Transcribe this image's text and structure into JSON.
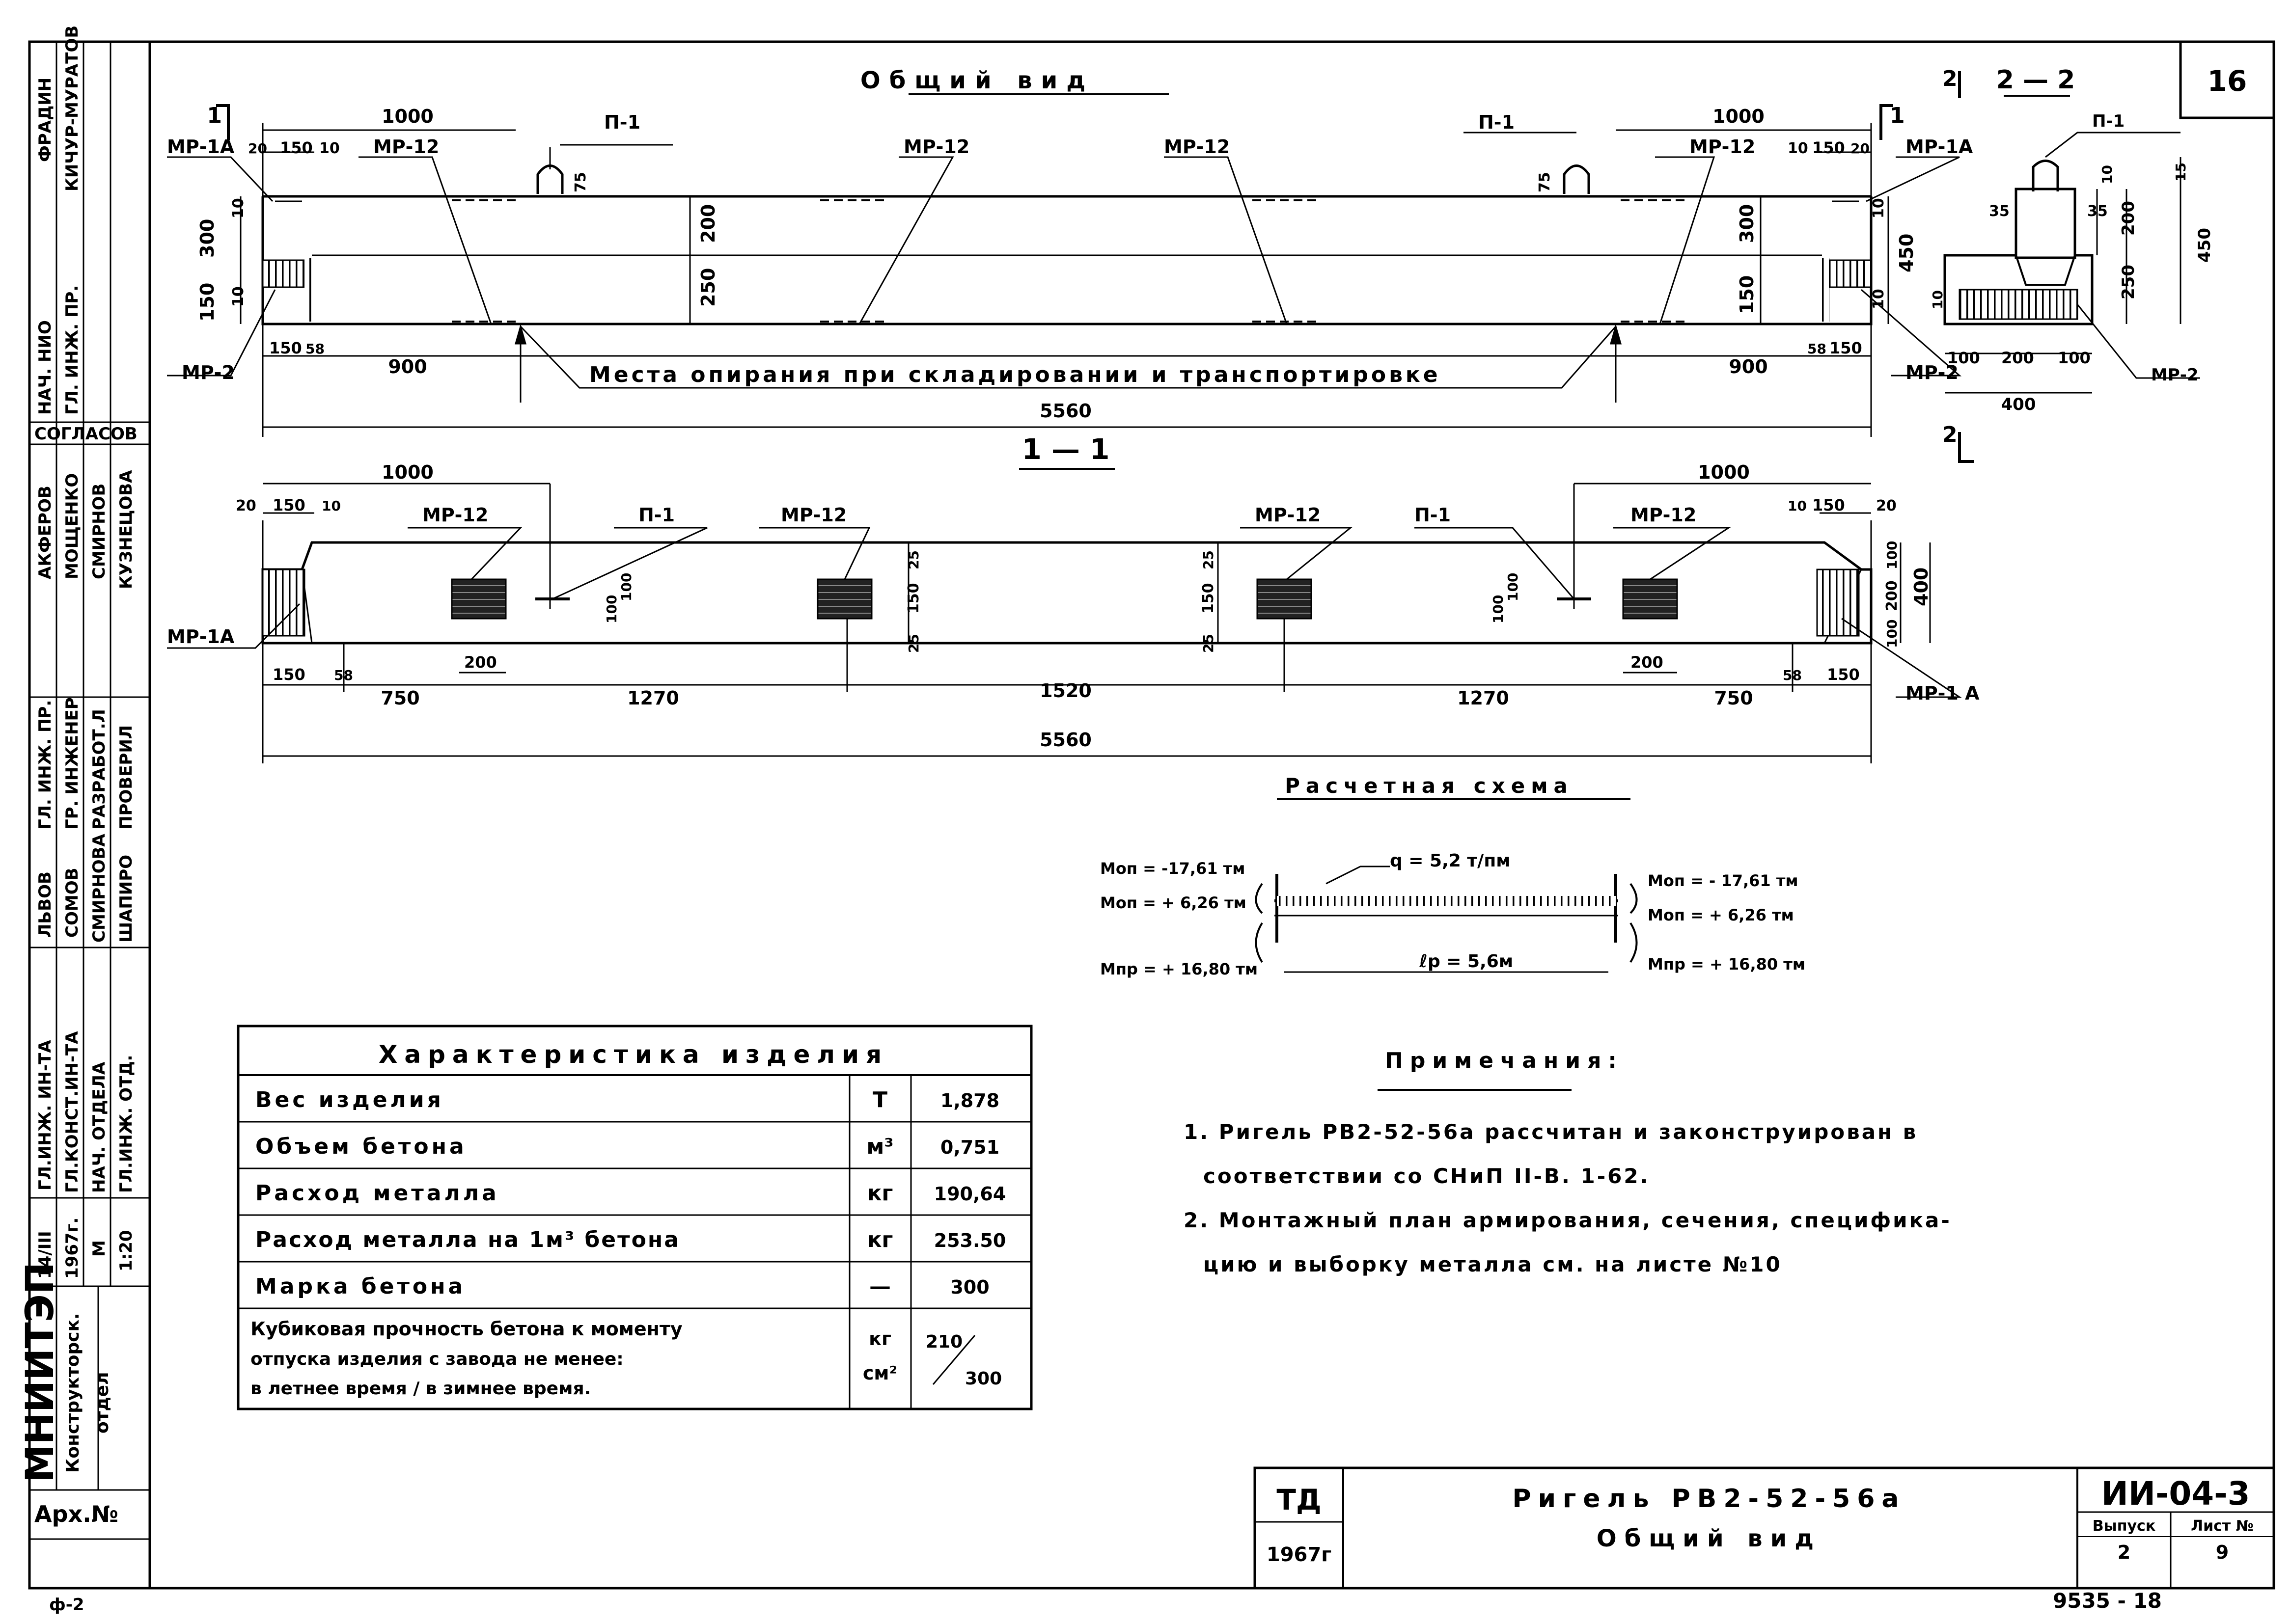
{
  "sheet": {
    "number": "16",
    "bottom_left": "ф-2",
    "bottom_right": "9535 - 18"
  },
  "side_stamp": {
    "top_names": [
      "ФРАДИН",
      "КИЧУР-МУРАТОВ"
    ],
    "roles_1": [
      "НАЧ. НИО",
      "ГЛ. ИНЖ. ПР."
    ],
    "soglasov": "СОГЛАСОВ",
    "names_2": [
      "АКФЕРОВ",
      "МОЩЕНКО",
      "СМИРНОВ",
      "КУЗНЕЦОВА"
    ],
    "roles_2": [
      "ГЛ. ИНЖ. ПР.",
      "ГР. ИНЖЕНЕР",
      "РАЗРАБОТ.Л",
      "ПРОВЕРИЛ"
    ],
    "names_3": [
      "ЛЬВОВ",
      "СОМОВ",
      "СМИРНОВА",
      "ШАПИРО"
    ],
    "roles_3": [
      "ГЛ.ИНЖ. ИН-ТА",
      "ГЛ.КОНСТ.ИН-ТА",
      "НАЧ. ОТДЕЛА",
      "ГЛ.ИНЖ. ОТД."
    ],
    "date": [
      "14/III",
      "1967г."
    ],
    "scale": [
      "М",
      "1:20"
    ],
    "org": "МНИИТЭП",
    "dept": [
      "Конструкторск.",
      "отдел"
    ],
    "arch": "Арх.№"
  },
  "general_view": {
    "title": "Общий вид",
    "section_mark": "1",
    "section_mark_2": "2",
    "labels": {
      "mr1a": "МР-1А",
      "mr2": "МР-2",
      "mr12": "МР-12",
      "p1": "П-1",
      "support_note": "Места опирания при складировании и транспортировке"
    },
    "dims": {
      "d1000": "1000",
      "d20": "20",
      "d150": "150",
      "d10": "10",
      "d75": "75",
      "d300": "300",
      "d200": "200",
      "d250": "250",
      "d450": "450",
      "d58": "58",
      "d900": "900",
      "d5560": "5560"
    }
  },
  "section_1": {
    "title": "1 — 1",
    "dims": {
      "d1000": "1000",
      "d20": "20",
      "d150": "150",
      "d10": "10",
      "d25": "25",
      "d100": "100",
      "d200": "200",
      "d400": "400",
      "d58": "58",
      "d750": "750",
      "d1270": "1270",
      "d1520": "1520",
      "d5560": "5560"
    },
    "labels": {
      "mr12": "МР-12",
      "p1": "П-1",
      "mr1a_left": "МР-1А",
      "mr1a_right": "МР-1 А"
    }
  },
  "section_2": {
    "title": "2 — 2",
    "labels": {
      "p1": "П-1",
      "mr2": "МР-2"
    },
    "dims": {
      "d10": "10",
      "d15": "15",
      "d35": "35",
      "d200": "200",
      "d250": "250",
      "d450": "450",
      "d100": "100",
      "d400": "400"
    }
  },
  "calc_scheme": {
    "title": "Расчетная схема",
    "left": [
      "Моп = -17,61 тм",
      "Моп = + 6,26 тм",
      "Мпр = + 16,80 тм"
    ],
    "right": [
      "Моп = - 17,61 тм",
      "Моп = + 6,26 тм",
      "Мпр = + 16,80 тм"
    ],
    "load": "q = 5,2 т/пм",
    "span": "ℓр = 5,6м"
  },
  "characteristics": {
    "title": "Характеристика изделия",
    "rows": [
      {
        "name": "Вес изделия",
        "unit": "Т",
        "value": "1,878"
      },
      {
        "name": "Объем бетона",
        "unit": "м³",
        "value": "0,751"
      },
      {
        "name": "Расход металла",
        "unit": "кг",
        "value": "190,64"
      },
      {
        "name": "Расход металла на 1м³ бетона",
        "unit": "кг",
        "value": "253.50"
      },
      {
        "name": "Марка бетона",
        "unit": "—",
        "value": "300"
      }
    ],
    "last_row": {
      "lines": [
        "Кубиковая прочность бетона к моменту",
        "отпуска изделия с завода не менее:",
        "в летнее время / в зимнее время."
      ],
      "unit": [
        "кг",
        "см²"
      ],
      "value": [
        "210",
        "300"
      ]
    }
  },
  "notes": {
    "title": "Примечания:",
    "lines": [
      "1. Ригель РВ2-52-56а рассчитан и законструирован в",
      "соответствии со СНиП II-В. 1-62.",
      "2. Монтажный план армирования, сечения, специфика-",
      "цию и выборку металла см. на листе №10"
    ]
  },
  "title_block": {
    "td": "ТД",
    "year": "1967г",
    "name": "Ригель РВ2-52-56а",
    "subtitle": "Общий вид",
    "code": "ИИ-04-3",
    "issue_label": "Выпуск",
    "issue": "2",
    "sheet_label": "Лист №",
    "sheet_no": "9"
  }
}
